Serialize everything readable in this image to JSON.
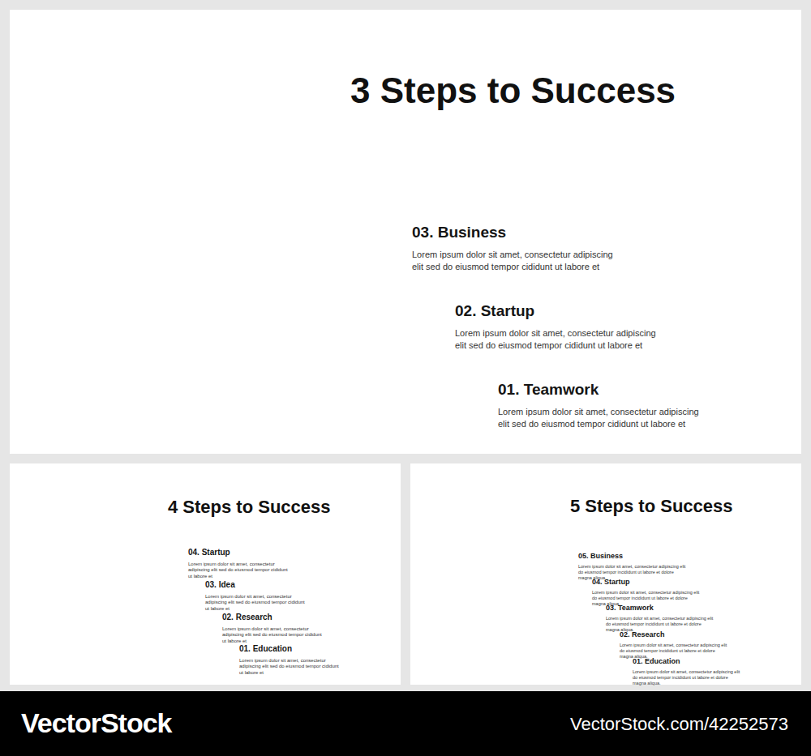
{
  "diagram": {
    "nodes": [
      {
        "text": [
          "3 Steps to Success"
        ]
      },
      {
        "text": [
          "03. Business",
          "Lorem ipsum dolor sit amet, consectetur adipiscing elit sed do eiusmod tempor cididunt ut labore et"
        ],
        "in": 0
      },
      {
        "text": [
          "02. Startup",
          "Lorem ipsum dolor sit amet, consectetur adipiscing elit sed do eiusmod tempor cididunt ut labore et"
        ],
        "in": 0
      },
      {
        "text": [
          "01. Teamwork",
          "Lorem ipsum dolor sit amet, consectetur adipiscing elit sed do eiusmod tempor cididunt ut labore et"
        ],
        "in": 0
      },
      {
        "text": [
          "4 Steps to Success"
        ]
      },
      {
        "text": [
          "04. Startup",
          "Lorem ipsum dolor sit amet, consectetur adipiscing elit sed do eiusmod tempor cididunt ut labore et"
        ],
        "in": 4
      },
      {
        "text": [
          "03. Idea",
          "Lorem ipsum dolor sit amet, consectetur adipiscing elit sed do eiusmod tempor cididunt ut labore et"
        ],
        "in": 4
      },
      {
        "text": [
          "02. Research",
          "Lorem ipsum dolor sit amet, consectetur adipiscing elit sed do eiusmod tempor cididunt ut labore et"
        ],
        "in": 4
      },
      {
        "text": [
          "01. Education",
          "Lorem ipsum dolor sit amet, consectetur adipiscing elit sed do eiusmod tempor cididunt ut labore et"
        ],
        "in": 4
      },
      {
        "text": [
          "5 Steps to Success"
        ]
      },
      {
        "text": [
          "05. Business",
          "Lorem ipsum dolor sit amet, consectetur adipiscing elit do eiusmod tempor incididunt ut labore et dolore magna aliqua."
        ],
        "in": 9
      },
      {
        "text": [
          "04. Startup",
          "Lorem ipsum dolor sit amet, consectetur adipiscing elit do eiusmod tempor incididunt ut labore et dolore magna aliqua."
        ],
        "in": 9
      },
      {
        "text": [
          "03. Teamwork",
          "Lorem ipsum dolor sit amet, consectetur adipiscing elit do eiusmod tempor incididunt ut labore et dolore magna aliqua."
        ],
        "in": 9
      },
      {
        "text": [
          "02. Research",
          "Lorem ipsum dolor sit amet, consectetur adipiscing elit do eiusmod tempor incididunt ut labore et dolore magna aliqua."
        ],
        "in": 9
      },
      {
        "text": [
          "01. Education",
          "Lorem ipsum dolor sit amet, consectetur adipiscing elit do eiusmod tempor incididunt ut labore et dolore magna aliqua."
        ],
        "in": 9
      }
    ],
    "edges": [],
    "labels": [
      "VectorStock",
      "VectorStock.com/42252573"
    ]
  }
}
